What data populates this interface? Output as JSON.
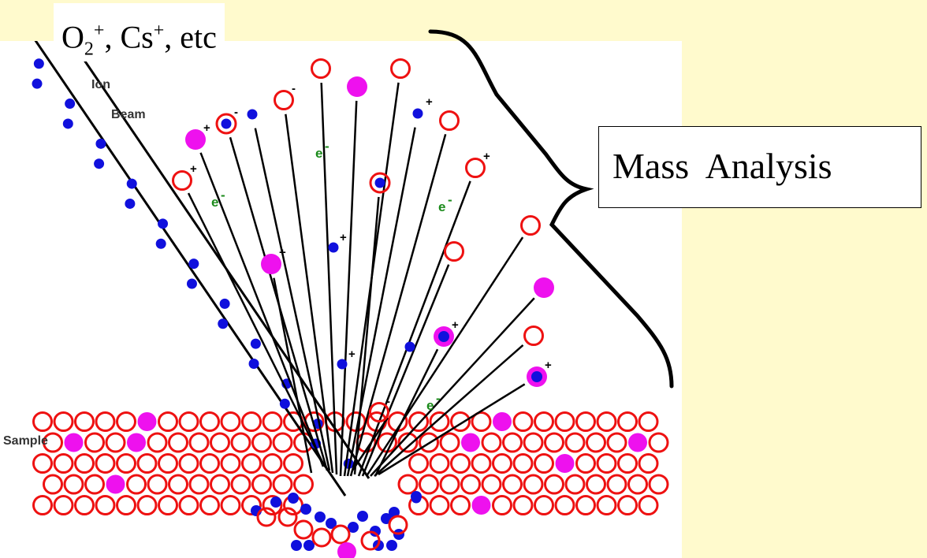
{
  "labels": {
    "ion_species": {
      "o": "O",
      "o_sub": "2",
      "o_sup": "+",
      "sep1": ", Cs",
      "cs_sup": "+",
      "etc": ", etc"
    },
    "ion_beam": {
      "line1": "Ion",
      "line2": "Beam"
    },
    "sample": "Sample",
    "mass_analysis": "Mass  Analysis",
    "electron": "e",
    "minus": "-",
    "plus": "+"
  },
  "colors": {
    "background": "#FFFACD",
    "panel": "#ffffff",
    "lattice_atom": "#ee1111",
    "ion_dot": "#1010dd",
    "impurity": "#ee11ee",
    "electron_text": "#1a8a1a",
    "trajectory": "#000000"
  },
  "icons": {
    "neutral_atom": "red-open-circle",
    "ion": "blue-filled-dot",
    "impurity_atom": "magenta-filled-dot",
    "mass_analyzer_brace": "right-curly-brace"
  }
}
